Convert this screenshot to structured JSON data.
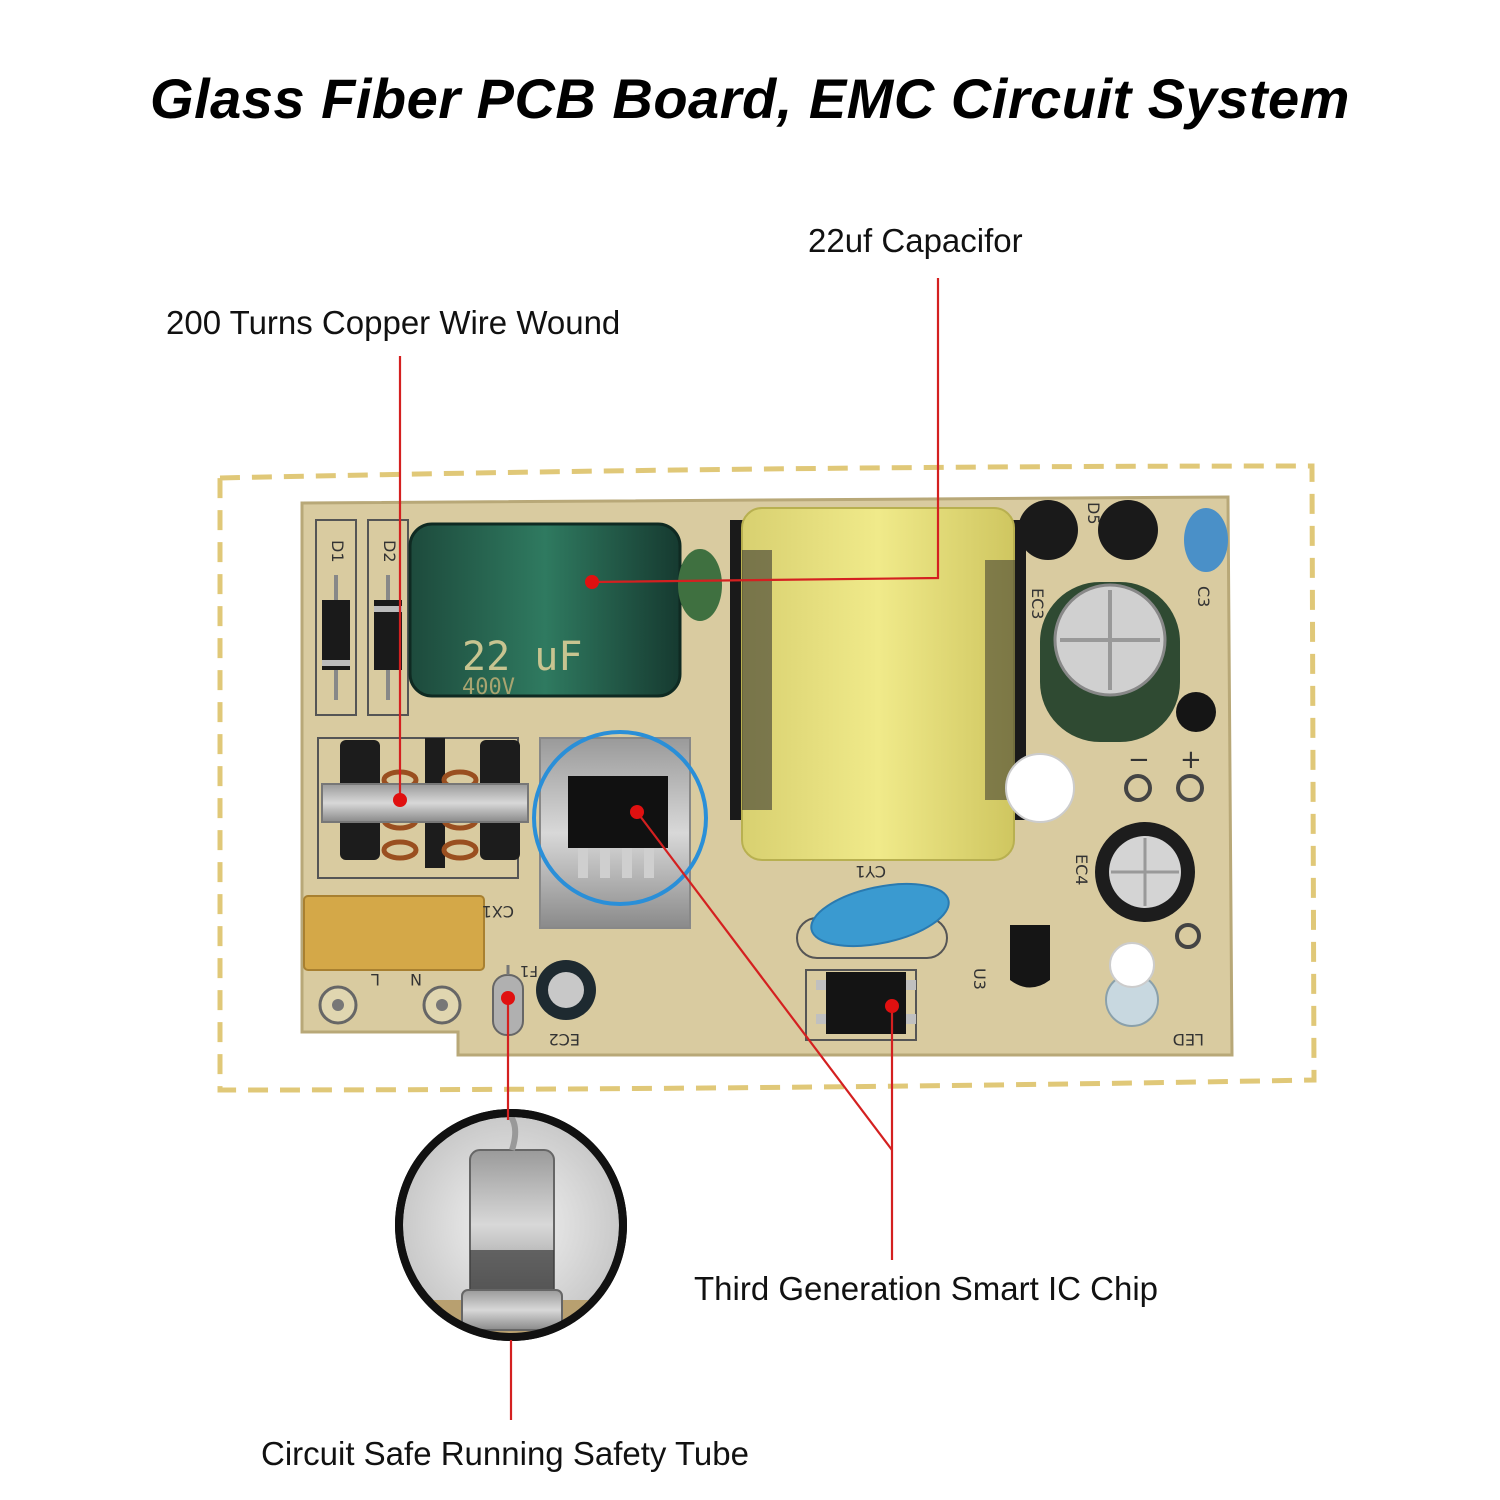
{
  "title": "Glass Fiber PCB Board, EMC Circuit System",
  "callouts": {
    "capacitor": "22uf Capacifor",
    "copper_wire": "200 Turns Copper Wire Wound",
    "ic_chip": "Third Generation Smart IC Chip",
    "safety_tube": "Circuit Safe Running Safety Tube"
  },
  "board_markings": {
    "d1": "D1",
    "d2": "D2",
    "cap_value": "22 uF",
    "cap_voltage": "400V",
    "cy1": "CY1",
    "cx1": "CX1",
    "l": "L",
    "n": "N",
    "f1": "F1",
    "ec2": "EC2",
    "ec3": "EC3",
    "ec4": "EC4",
    "u3": "U3",
    "led": "LED",
    "c3": "C3",
    "d5": "D5",
    "minus": "−",
    "plus": "+"
  },
  "colors": {
    "callout_line": "#d42020",
    "callout_dot": "#e01010",
    "highlight_ring": "#2a8fd8",
    "dashed_frame": "#e0c878",
    "pcb": "#d9cba0"
  }
}
